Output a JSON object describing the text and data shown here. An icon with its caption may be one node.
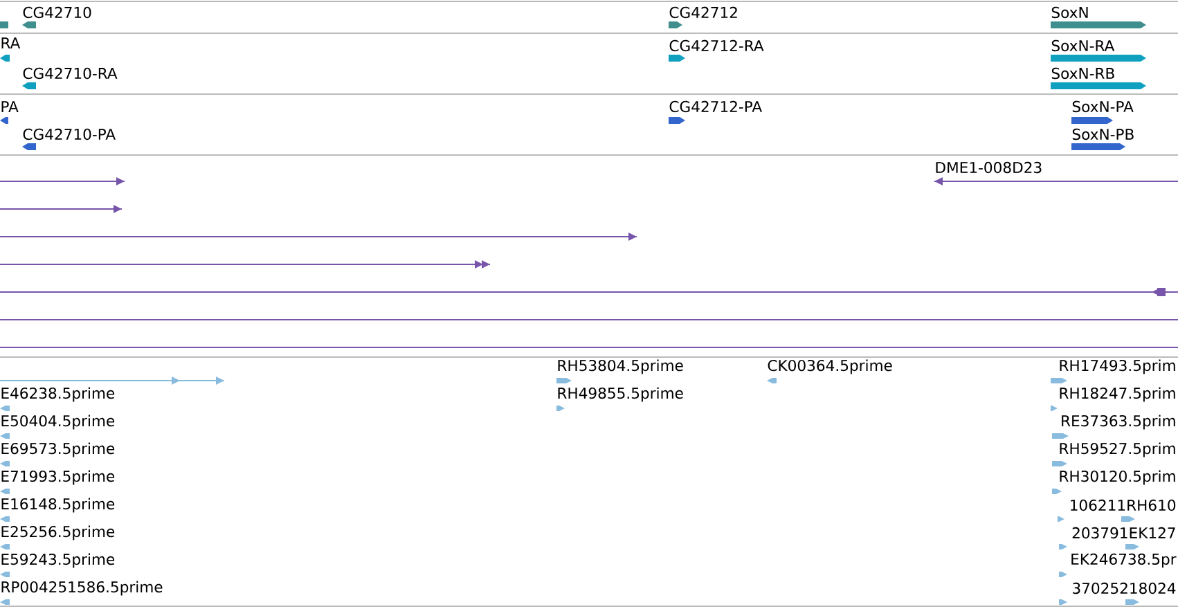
{
  "diagram": {
    "labels": [
      "CG42710",
      "CG42712",
      "SoxN",
      "RA",
      "CG42710-RA",
      "CG42712-RA",
      "SoxN-RA",
      "SoxN-RB",
      "PA",
      "CG42710-PA",
      "CG42712-PA",
      "SoxN-PA",
      "SoxN-PB",
      "DME1-008D23",
      "RH53804.5prime",
      "CK00364.5prime",
      "RH17493.5prim",
      "E46238.5prime",
      "RH49855.5prime",
      "RH18247.5prim",
      "E50404.5prime",
      "RE37363.5prim",
      "E69573.5prime",
      "RH59527.5prim",
      "E71993.5prime",
      "RH30120.5prim",
      "E16148.5prime",
      "106211RH610",
      "E25256.5prime",
      "203791EK127",
      "E59243.5prime",
      "EK246738.5pr",
      "RP004251586.5prime",
      "37025218024"
    ]
  }
}
